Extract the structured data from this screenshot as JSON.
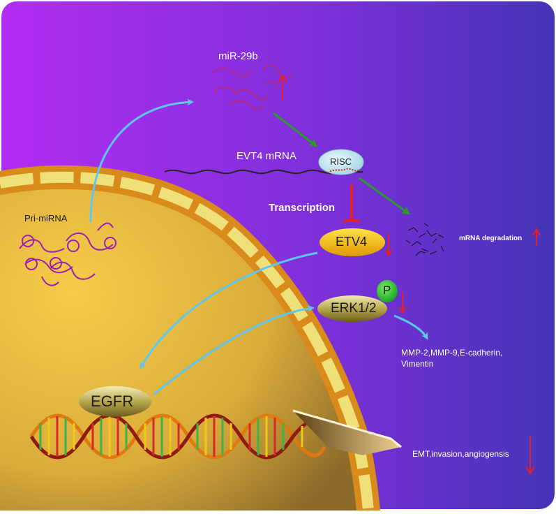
{
  "labels": {
    "mir29b": "miR-29b",
    "evt4_mrna": "EVT4 mRNA",
    "risc": "RISC",
    "transcription": "Transcription",
    "etv4": "ETV4",
    "mrna_degradation": "mRNA degradation",
    "pri_mirna": "Pri-miRNA",
    "erk": "ERK1/2",
    "phospho": "P",
    "mmp_line1": "MMP-2,MMP-9,E-cadherin,",
    "mmp_line2": "Vimentin",
    "egfr": "EGFR",
    "emt": "EMT,invasion,angiogensis"
  },
  "colors": {
    "background_left": "#b02cf0",
    "background_right": "#4a34b8",
    "cell": "#e0b33c",
    "membrane": "#d88a1a",
    "arrow_blue": "#5cc8f2",
    "arrow_green": "#2e9a2a",
    "arrow_red": "#e0202a",
    "mirna": "#d8202a",
    "pri_mirna": "#9a1fb0",
    "etv4_pill": "#f2b400",
    "erk_pill": "#8a7d2a",
    "egfr_pill": "#8a7d2a",
    "risc": "#bfe6ef"
  },
  "icons": {
    "up_arrow": "red-up-arrow-icon",
    "down_arrow": "red-down-arrow-icon",
    "inhibit": "red-t-bar-inhibition-icon"
  }
}
